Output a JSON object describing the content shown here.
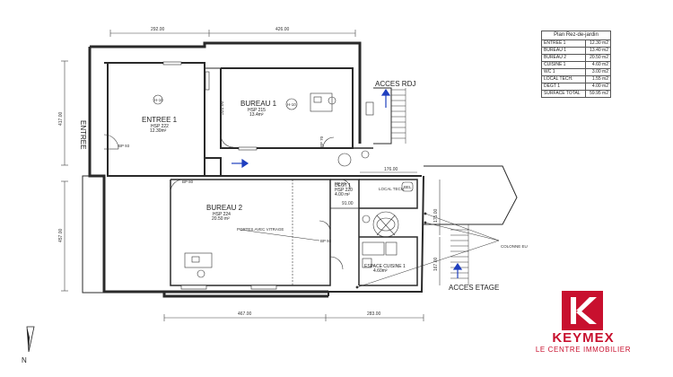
{
  "plan_title": "Plan Rez-de-jardin",
  "area_table": [
    {
      "room": "ENTREE 1",
      "area": "12.30 m2"
    },
    {
      "room": "BUREAU 1",
      "area": "13.40 m2"
    },
    {
      "room": "BUREAU 2",
      "area": "20.50 m2"
    },
    {
      "room": "CUISINE 1",
      "area": "4.60 m2"
    },
    {
      "room": "WC 1",
      "area": "3.00 m2"
    },
    {
      "room": "LOCAL TECH.",
      "area": "1.55 m2"
    },
    {
      "room": "DEGT 1",
      "area": "4.00 m2"
    },
    {
      "room": "SURFACE TOTAL",
      "area": "59.95 m2"
    }
  ],
  "rooms": {
    "entree": {
      "name": "ENTREE 1",
      "hsp": "HSP 222",
      "area": "12.30m²",
      "tag": "H-10"
    },
    "bureau1": {
      "name": "BUREAU 1",
      "hsp": "HSP 215",
      "area": "13.4m²",
      "tag": "H-10"
    },
    "bureau2": {
      "name": "BUREAU 2",
      "hsp": "HSP 224",
      "area": "20.50 m²"
    },
    "degt": {
      "name": "DEGT 1",
      "hsp": "HSP 220",
      "area": "4.00 m²"
    },
    "local_tech": {
      "name": "LOCAL TECH."
    },
    "cuisine": {
      "name": "ESPACE CUISINE 1",
      "area": "4.60m²"
    }
  },
  "labels": {
    "entree_side": "ENTREE",
    "acces_rdj": "ACCES RDJ",
    "acces_etage": "ACCES ETAGE",
    "colonne": "COLONNE EU",
    "portes": "PORTES AVEC VITRAGE",
    "north": "N",
    "bel": "BEL"
  },
  "dimensions": {
    "top_left": "292.00",
    "top_right": "426.00",
    "bottom_left": "467.00",
    "bottom_right": "283.00",
    "left_upper": "417.00",
    "left_lower": "457.00",
    "local_width": "176.00",
    "bureau1_height": "331.00",
    "degt_width": "91.00",
    "right_upper": "175.00",
    "right_lower": "167.00"
  },
  "markers": {
    "bp93": "BP 93",
    "bp70": "BP 70",
    "bp83": "BP 83",
    "bp80": "BP 80",
    "bp93b": "BP 93"
  },
  "logo": {
    "name": "KEYMEX",
    "tagline": "LE CENTRE IMMOBILIER",
    "color": "#c8102e"
  },
  "colors": {
    "wall": "#2a2a2a",
    "arrow": "#1f3fbf",
    "accent": "#c8102e"
  }
}
